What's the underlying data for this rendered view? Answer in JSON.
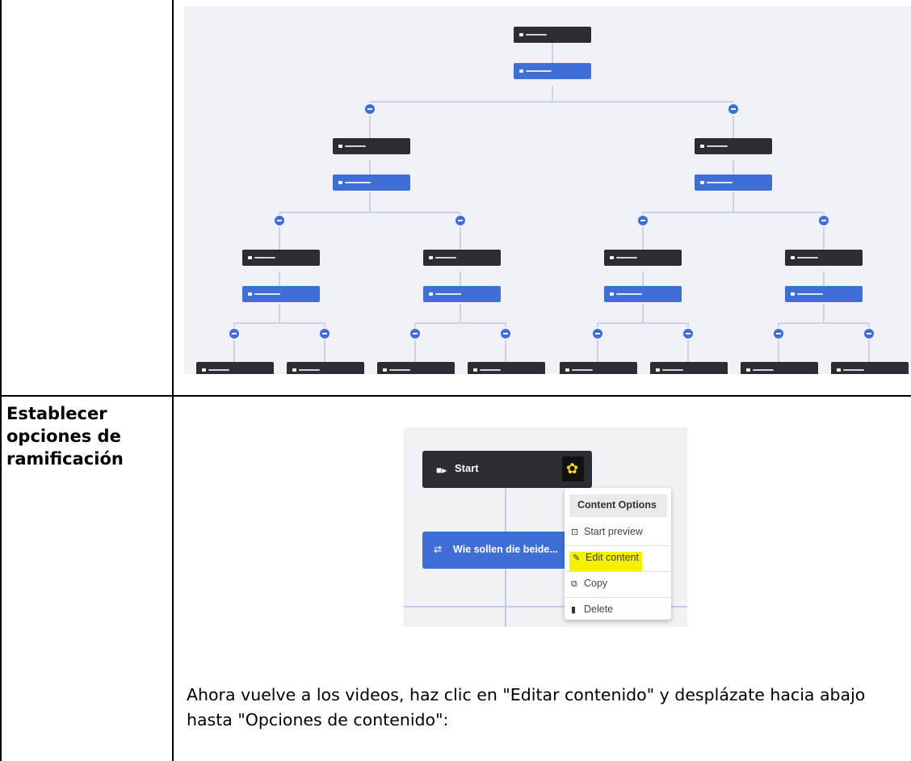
{
  "row_label": "Establecer opciones de ramificación",
  "caption": "Ahora vuelve a los videos, haz clic en \"Editar contenido\" y desplázate hacia abajo hasta \"Opciones de contenido\":",
  "zoom": {
    "start_label": "Start",
    "question_label": "Wie sollen die beide...",
    "menu": {
      "header": "Content Options",
      "items": [
        {
          "label": "Start preview",
          "icon": "play-square-icon"
        },
        {
          "label": "Edit content",
          "icon": "pencil-icon",
          "highlighted": true
        },
        {
          "label": "Copy",
          "icon": "copy-icon"
        },
        {
          "label": "Delete",
          "icon": "trash-icon"
        }
      ]
    }
  },
  "colors": {
    "node_dark": "#2b2d33",
    "node_blue": "#3f6fd6",
    "canvas": "#f1f2f7",
    "highlight": "#f6f100",
    "gear": "#f5d800"
  }
}
